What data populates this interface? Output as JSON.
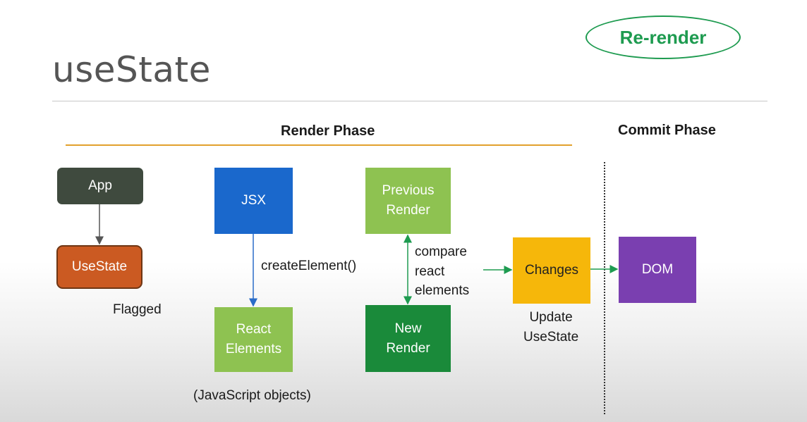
{
  "slide": {
    "title": "useState",
    "badge": "Re-render"
  },
  "phases": {
    "render": "Render Phase",
    "commit": "Commit Phase"
  },
  "nodes": {
    "app": "App",
    "usestate": "UseState",
    "jsx": "JSX",
    "react_elements": "React\nElements",
    "previous_render": "Previous\nRender",
    "new_render": "New\nRender",
    "changes": "Changes",
    "dom": "DOM"
  },
  "labels": {
    "flagged": "Flagged",
    "create_element": "createElement()",
    "javascript_objects": "(JavaScript objects)",
    "compare": "compare\nreact\nelements",
    "update_usestate": "Update\nUseState"
  },
  "colors": {
    "title_text": "#555555",
    "badge_green": "#1e9b50",
    "phase_rule": "#e2a12c",
    "app": "#3f4a3e",
    "usestate": "#cb5a22",
    "jsx": "#1a68cc",
    "light_green": "#8ec251",
    "dark_green": "#1a8a3a",
    "changes": "#f6b70a",
    "dom": "#7a3fb0"
  }
}
